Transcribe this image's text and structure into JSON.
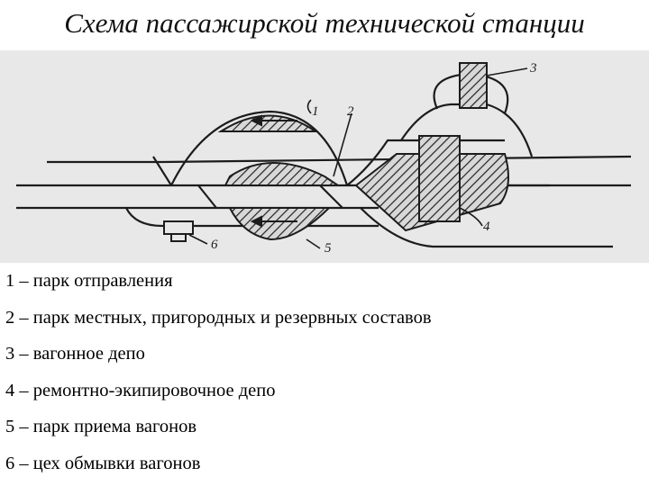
{
  "title": "Схема пассажирской технической станции",
  "callouts": [
    "1",
    "2",
    "3",
    "4",
    "5",
    "6"
  ],
  "legend": [
    "1 – парк отправления",
    "2 – парк местных, пригородных и резервных составов",
    "3 – вагонное депо",
    "4 – ремонтно-экипировочное депо",
    "5 – парк приема вагонов",
    "6 – цех обмывки вагонов"
  ],
  "colors": {
    "background": "#e8e8e8",
    "ink": "#1c1c1c",
    "text": "#000000"
  }
}
